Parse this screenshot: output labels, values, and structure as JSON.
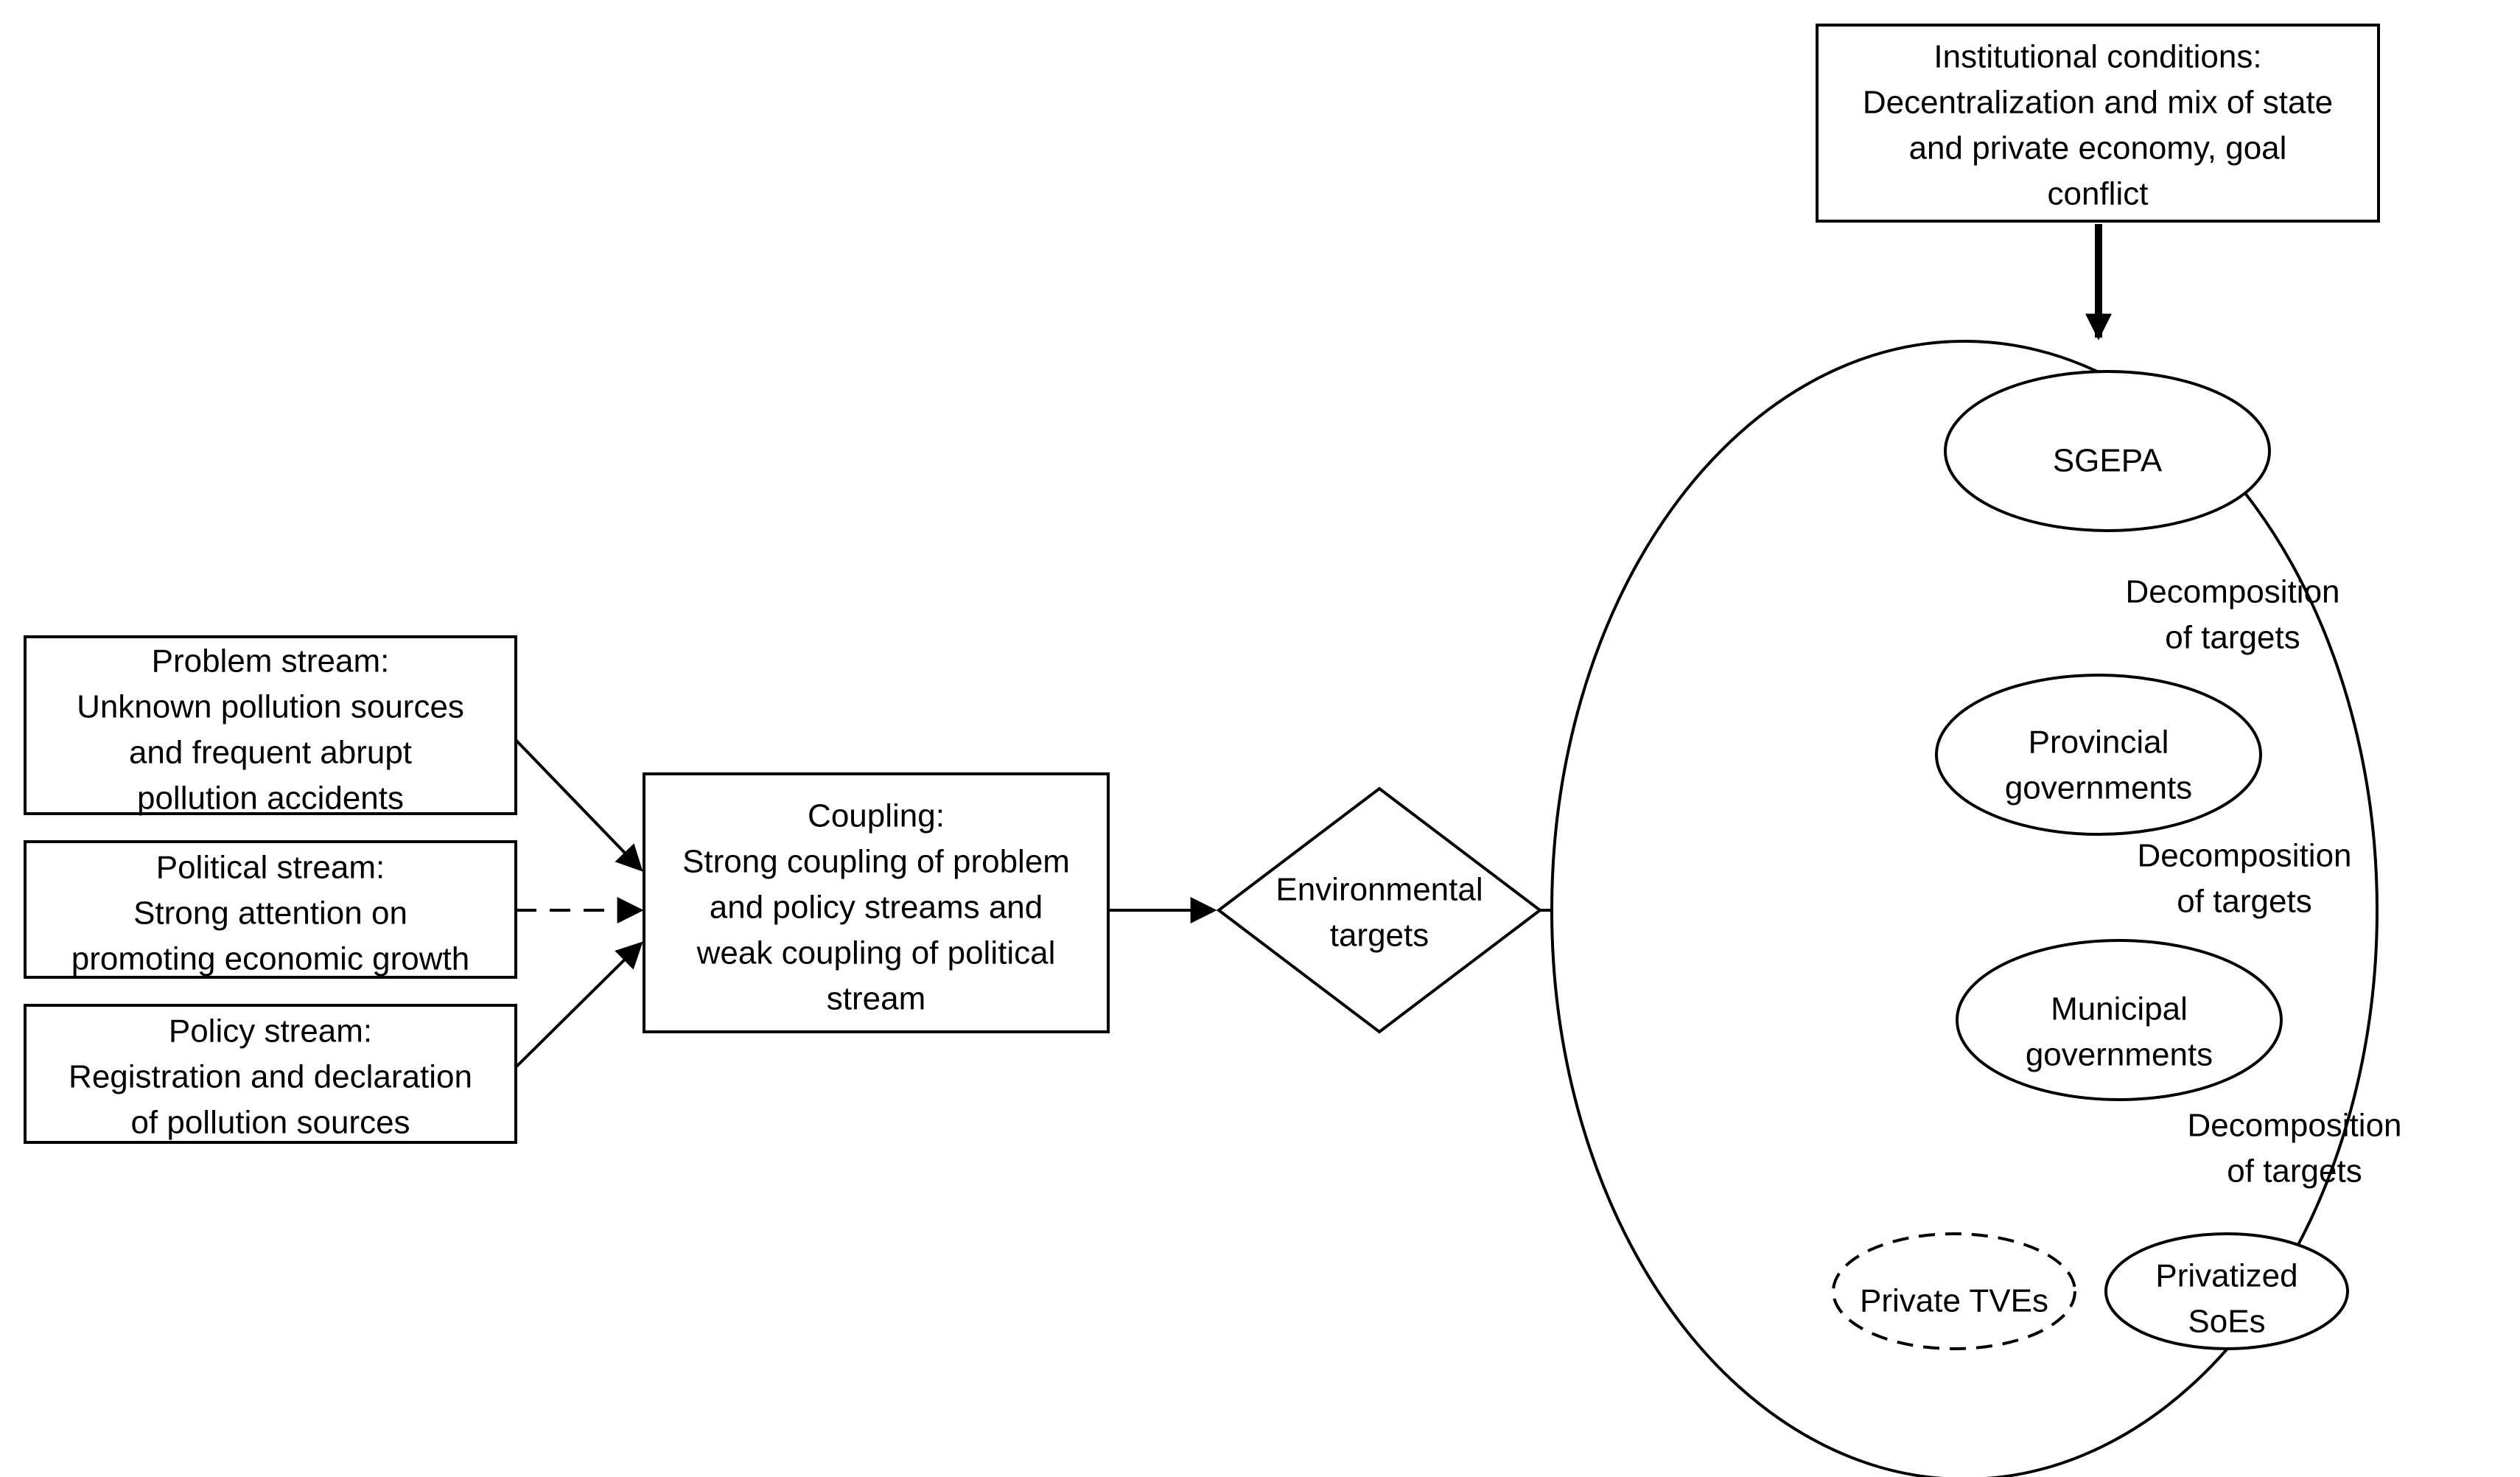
{
  "nodes": {
    "institutional": {
      "lines": [
        "Institutional conditions:",
        "Decentralization and mix of state",
        "and private economy, goal",
        "conflict"
      ]
    },
    "problem": {
      "lines": [
        "Problem stream:",
        "Unknown pollution sources",
        "and frequent abrupt",
        "pollution accidents"
      ]
    },
    "political": {
      "lines": [
        "Political stream:",
        "Strong attention on",
        "promoting economic growth"
      ]
    },
    "policy": {
      "lines": [
        "Policy stream:",
        "Registration and declaration",
        "of pollution sources"
      ]
    },
    "coupling": {
      "lines": [
        "Coupling:",
        "Strong coupling of problem",
        "and policy streams and",
        "weak coupling of political",
        "stream"
      ]
    },
    "targets": {
      "lines": [
        "Environmental",
        "targets"
      ]
    },
    "sgepa": {
      "lines": [
        "SGEPA"
      ]
    },
    "provincial": {
      "lines": [
        "Provincial",
        "governments"
      ]
    },
    "municipal": {
      "lines": [
        "Municipal",
        "governments"
      ]
    },
    "private_tves": {
      "lines": [
        "Private TVEs"
      ]
    },
    "privatized_soes": {
      "lines": [
        "Privatized",
        "SoEs"
      ]
    }
  },
  "edge_labels": {
    "sgepa_to_provincial": [
      "Decomposition",
      "of targets"
    ],
    "provincial_to_municipal": [
      "Decomposition",
      "of targets"
    ],
    "municipal_to_soes": [
      "Decomposition",
      "of targets"
    ]
  }
}
